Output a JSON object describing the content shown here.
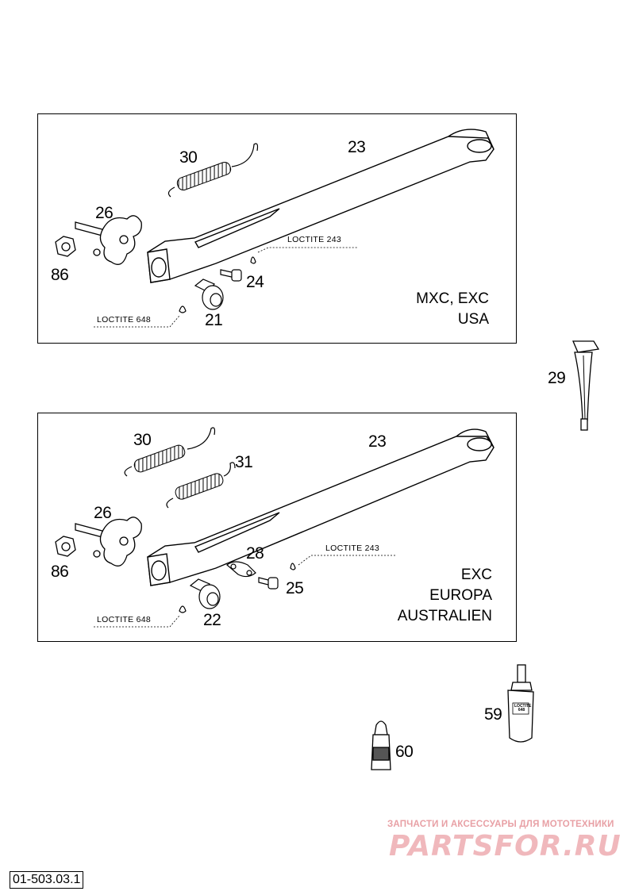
{
  "diagram_code": "01-503.03.1",
  "top_panel": {
    "variant_lines": [
      "MXC, EXC",
      "USA"
    ],
    "parts": {
      "p30": "30",
      "p23": "23",
      "p26": "26",
      "p86": "86",
      "p24": "24",
      "p21": "21"
    },
    "notes": {
      "loctite_243": "LOCTITE 243",
      "loctite_648": "LOCTITE 648"
    }
  },
  "bottom_panel": {
    "variant_lines": [
      "EXC",
      "EUROPA",
      "AUSTRALIEN"
    ],
    "parts": {
      "p30": "30",
      "p31": "31",
      "p23": "23",
      "p26": "26",
      "p86": "86",
      "p28": "28",
      "p25": "25",
      "p22": "22"
    },
    "notes": {
      "loctite_243": "LOCTITE 243",
      "loctite_648": "LOCTITE 648"
    }
  },
  "loose_parts": {
    "p29": "29",
    "p59": "59",
    "p60": "60"
  },
  "bottle_label": "LOCTITE 648",
  "watermark": {
    "tagline": "ЗАПЧАСТИ И АКСЕССУАРЫ ДЛЯ МОТОТЕХНИКИ",
    "logo": "PARTSFOR.RU"
  }
}
